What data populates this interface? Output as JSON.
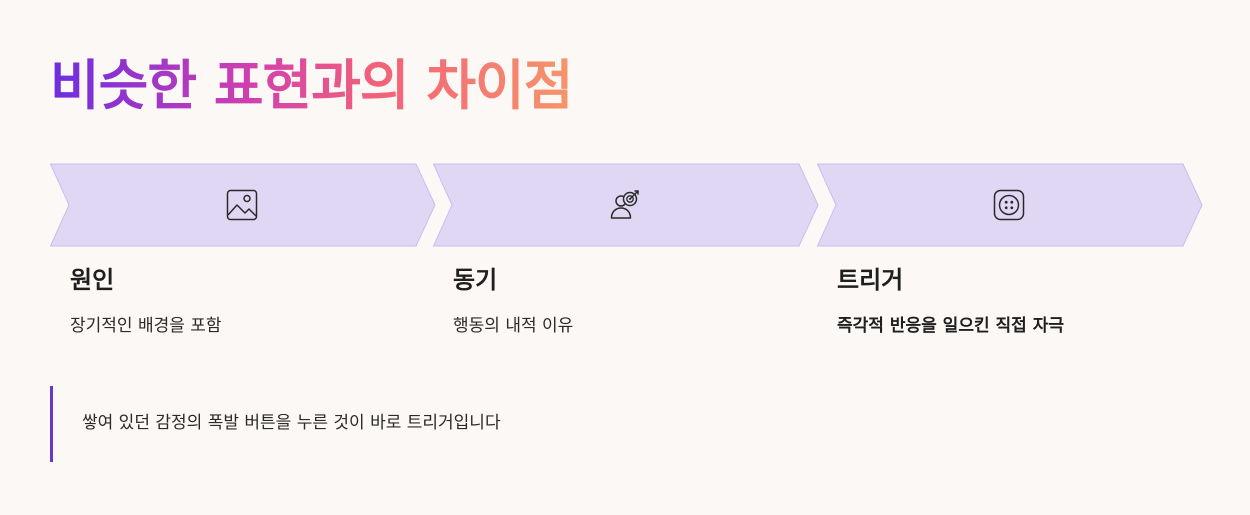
{
  "title": "비슷한 표현과의 차이점",
  "steps": [
    {
      "title": "원인",
      "description": "장기적인 배경을 포함",
      "icon": "image-icon"
    },
    {
      "title": "동기",
      "description": "행동의 내적 이유",
      "icon": "person-target-icon"
    },
    {
      "title": "트리거",
      "description": "즉각적 반응을 일으킨 직접 자극",
      "icon": "button-icon"
    }
  ],
  "quote": "쌓여 있던 감정의 폭발 버튼을 누른 것이 바로 트리거입니다",
  "colors": {
    "chevron_fill": "#e0d7f5",
    "chevron_stroke": "#c9bdef",
    "accent_bar": "#6b35c8",
    "background": "#fcf8f5",
    "title_gradient": [
      "#6b2ee0",
      "#d03fb0",
      "#f2607a",
      "#f5956a"
    ]
  }
}
